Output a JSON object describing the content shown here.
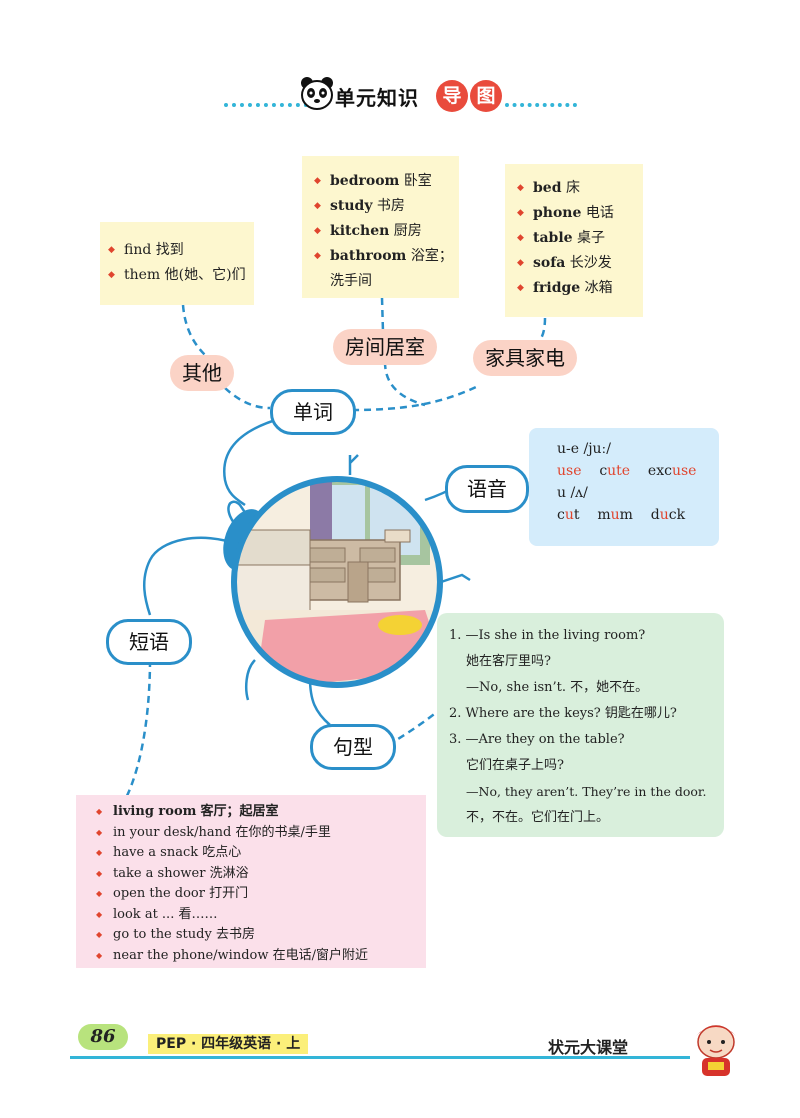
{
  "header": {
    "title": "单元知识",
    "badge1": "导",
    "badge2": "图",
    "badge1_color": "#e94b3c",
    "badge2_color": "#e94b3c"
  },
  "others_box": {
    "items": [
      {
        "en": "find",
        "zh": "找到"
      },
      {
        "en": "them",
        "zh": "他(她、它)们"
      }
    ]
  },
  "rooms_box": {
    "items": [
      {
        "en": "bedroom",
        "zh": "卧室"
      },
      {
        "en": "study",
        "zh": "书房"
      },
      {
        "en": "kitchen",
        "zh": "厨房"
      },
      {
        "en": "bathroom",
        "zh": "浴室；"
      }
    ],
    "extra_line": "洗手间"
  },
  "furniture_box": {
    "items": [
      {
        "en": "bed",
        "zh": "床"
      },
      {
        "en": "phone",
        "zh": "电话"
      },
      {
        "en": "table",
        "zh": "桌子"
      },
      {
        "en": "sofa",
        "zh": "长沙发"
      },
      {
        "en": "fridge",
        "zh": "冰箱"
      }
    ]
  },
  "labels": {
    "others": "其他",
    "rooms": "房间居室",
    "furniture": "家具家电",
    "words": "单词",
    "phonics": "语音",
    "phrases": "短语",
    "sentences": "句型"
  },
  "phonics": {
    "line1": "u-e /juː/",
    "words1": [
      [
        "us",
        "e"
      ],
      [
        "c",
        "ute"
      ],
      [
        "exc",
        "use"
      ]
    ],
    "line2": "u /ʌ/",
    "words2": [
      [
        "c",
        "u",
        "t"
      ],
      [
        "m",
        "u",
        "m"
      ],
      [
        "d",
        "u",
        "ck"
      ]
    ]
  },
  "sentences": {
    "lines": [
      "1. —Is she in the living room?",
      "她在客厅里吗?",
      "—No, she isn’t. 不，她不在。",
      "2. Where are the keys? 钥匙在哪儿?",
      "3. —Are they on the table?",
      "它们在桌子上吗?",
      "—No, they aren’t. They’re in the door.",
      "不，不在。它们在门上。"
    ]
  },
  "phrases": {
    "items": [
      {
        "en": "living room",
        "zh": "客厅；起居室",
        "bold": true
      },
      {
        "en": "in your desk/hand",
        "zh": "在你的书桌/手里"
      },
      {
        "en": "have a snack",
        "zh": "吃点心"
      },
      {
        "en": "take a shower",
        "zh": "洗淋浴"
      },
      {
        "en": "open the door",
        "zh": "打开门"
      },
      {
        "en": "look at ...",
        "zh": "看……"
      },
      {
        "en": "go to the study",
        "zh": "去书房"
      },
      {
        "en": "near the phone/window",
        "zh": "在电话/窗户附近"
      }
    ]
  },
  "footer": {
    "page_number": "86",
    "book": "PEP · 四年级英语 · 上",
    "brand": "状元大课堂"
  },
  "colors": {
    "accent_blue": "#2a8fc9",
    "bullet_red": "#e0452e",
    "label_pink": "#fbd3c6"
  }
}
